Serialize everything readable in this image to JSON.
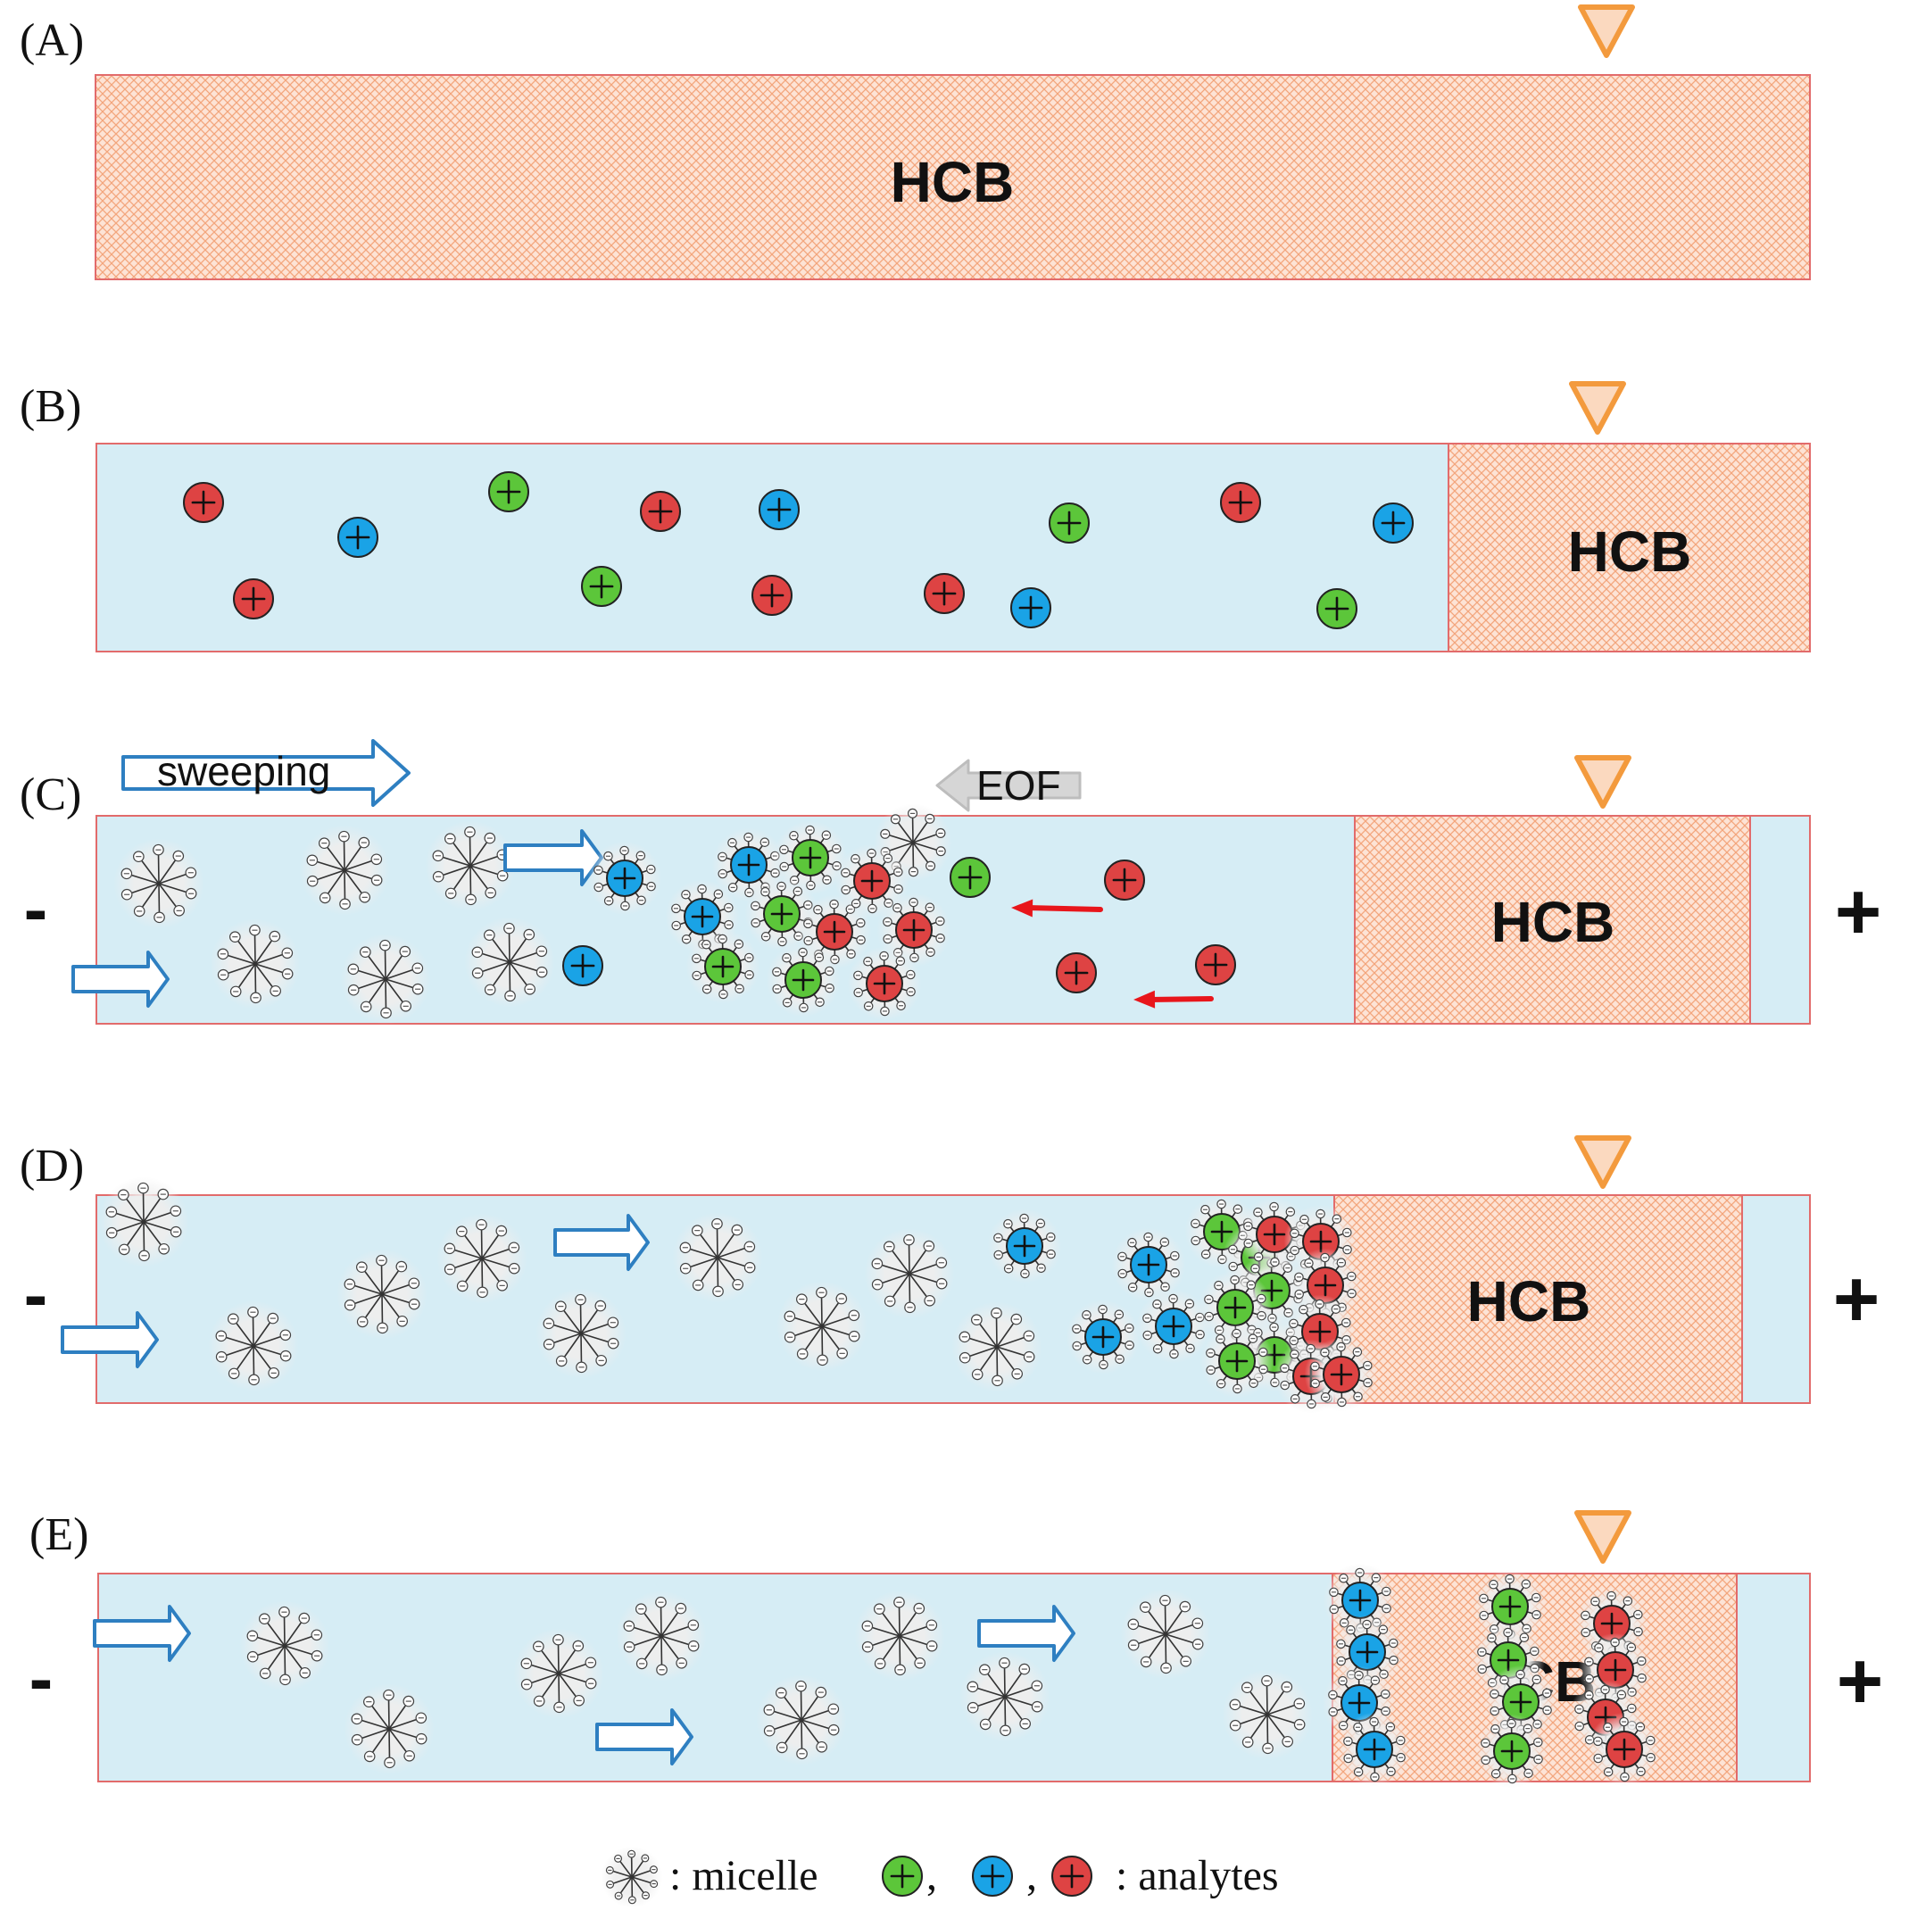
{
  "panels": [
    {
      "label": "(A)",
      "hcb_label": "HCB"
    },
    {
      "label": "(B)",
      "hcb_label": "HCB"
    },
    {
      "label": "(C)",
      "hcb_label": "HCB",
      "cathode": "-",
      "anode": "+"
    },
    {
      "label": "(D)",
      "hcb_label": "HCB",
      "cathode": "-",
      "anode": "+"
    },
    {
      "label": "(E)",
      "hcb_label": "CB",
      "cathode": "-",
      "anode": "+"
    }
  ],
  "annotations": {
    "sweeping": "sweeping",
    "eof": "EOF"
  },
  "legend": {
    "micelle_text": ": micelle",
    "separator1": ",",
    "separator2": ",",
    "analytes_text": ": analytes"
  },
  "colors": {
    "bge": "#d6edf5",
    "hcb_fill": "#fde3d5",
    "hcb_hatch": "#f3a57c",
    "border": "#e26b6b",
    "detector": "#f39a3d",
    "green_analyte": "#5cc63a",
    "blue_analyte": "#1aa3e6",
    "red_analyte": "#de4343",
    "sweep_arrow": "#2e7fc1",
    "eof_arrow": "#bdbdbd",
    "migration_arrow": "#e8161b"
  },
  "icons": {
    "micelle": "micelle-icon",
    "analyte": "analyte-plus-icon",
    "detector": "detector-triangle-icon"
  }
}
